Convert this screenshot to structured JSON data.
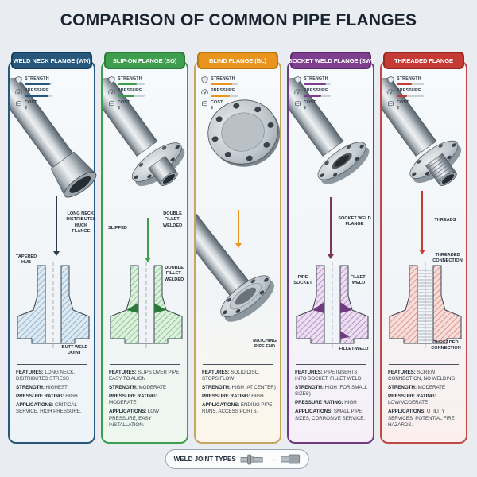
{
  "title": "COMPARISON OF COMMON PIPE FLANGES",
  "metrics_labels": {
    "strength": "STRENGTH",
    "pressure": "PRESSURE",
    "cost": "COST"
  },
  "accent_colors": [
    "#27587c",
    "#3f9d4e",
    "#e8941f",
    "#7d3f8e",
    "#c63a35"
  ],
  "columns": [
    {
      "header": "WELD NECK FLANGE (WN)",
      "metrics": {
        "strength_pct": 95,
        "pressure_pct": 88,
        "cost_marks": "$"
      },
      "annotations": [
        "LONG NECK, DISTRIBUTES HUCK FLANGE",
        "TAPERED HUB",
        "BUTT-WELD JOINT"
      ],
      "features": [
        {
          "label": "FEATURES:",
          "value": "LONG NECK, DISTRIBUTES STRESS"
        },
        {
          "label": "STRENGTH:",
          "value": "HIGHEST"
        },
        {
          "label": "PRESSURE RATING:",
          "value": "HIGH"
        },
        {
          "label": "APPLICATIONS:",
          "value": "CRITICAL SERVICE, HIGH PRESSURE."
        }
      ]
    },
    {
      "header": "SLIP-ON FLANGE (SO)",
      "metrics": {
        "strength_pct": 70,
        "pressure_pct": 62,
        "cost_marks": "$"
      },
      "annotations": [
        "SLIPPED",
        "DOUBLE FILLET-WELDED",
        "DOUBLE FILLET-WELDED"
      ],
      "features": [
        {
          "label": "FEATURES:",
          "value": "SLIPS OVER PIPE, EASY TO ALIGN"
        },
        {
          "label": "STRENGTH:",
          "value": "MODERATE"
        },
        {
          "label": "PRESSURE RATING:",
          "value": "MODERATE"
        },
        {
          "label": "APPLICATIONS:",
          "value": "LOW PRESSURE, EASY INSTALLATION."
        }
      ]
    },
    {
      "header": "BLIND FLANGE (BL)",
      "metrics": {
        "strength_pct": 78,
        "pressure_pct": 70,
        "cost_marks": "$"
      },
      "annotations": [
        "MATCHING PIPE END"
      ],
      "features": [
        {
          "label": "FEATURES:",
          "value": "SOLID DISC, STOPS FLOW"
        },
        {
          "label": "STRENGTH:",
          "value": "HIGH (AT CENTER)"
        },
        {
          "label": "PRESSURE RATING:",
          "value": "HIGH"
        },
        {
          "label": "APPLICATIONS:",
          "value": "ENDING PIPE RUNS, ACCESS PORTS."
        }
      ]
    },
    {
      "header": "SOCKET WELD FLANGE (SW)",
      "metrics": {
        "strength_pct": 82,
        "pressure_pct": 66,
        "cost_marks": "$"
      },
      "annotations": [
        "SOCKET WELD FLANGE",
        "PIPE SOCKET",
        "FILLET-WELD",
        "FILLET-WELD"
      ],
      "features": [
        {
          "label": "FEATURES:",
          "value": "PIPE INSERTS INTO SOCKET, FILLET WELD"
        },
        {
          "label": "STRENGTH:",
          "value": "HIGH (FOR SMALL SIZES)"
        },
        {
          "label": "PRESSURE RATING:",
          "value": "HIGH"
        },
        {
          "label": "APPLICATIONS:",
          "value": "SMALL PIPE SIZES, CORROSIVE SERVICE."
        }
      ]
    },
    {
      "header": "THREADED FLANGE",
      "metrics": {
        "strength_pct": 55,
        "pressure_pct": 38,
        "cost_marks": "$"
      },
      "annotations": [
        "THREADS",
        "THREADED CONNECTION",
        "THREADED CONNECTION"
      ],
      "features": [
        {
          "label": "FEATURES:",
          "value": "SCREW CONNECTION, NO WELDING"
        },
        {
          "label": "STRENGTH:",
          "value": "MODERATE"
        },
        {
          "label": "PRESSURE RATING:",
          "value": "LOW/MODERATE"
        },
        {
          "label": "APPLICATIONS:",
          "value": "UTILITY SERVICES, POTENTIAL FIRE HAZARDS."
        }
      ]
    }
  ],
  "footer": {
    "label": "WELD JOINT TYPES"
  }
}
